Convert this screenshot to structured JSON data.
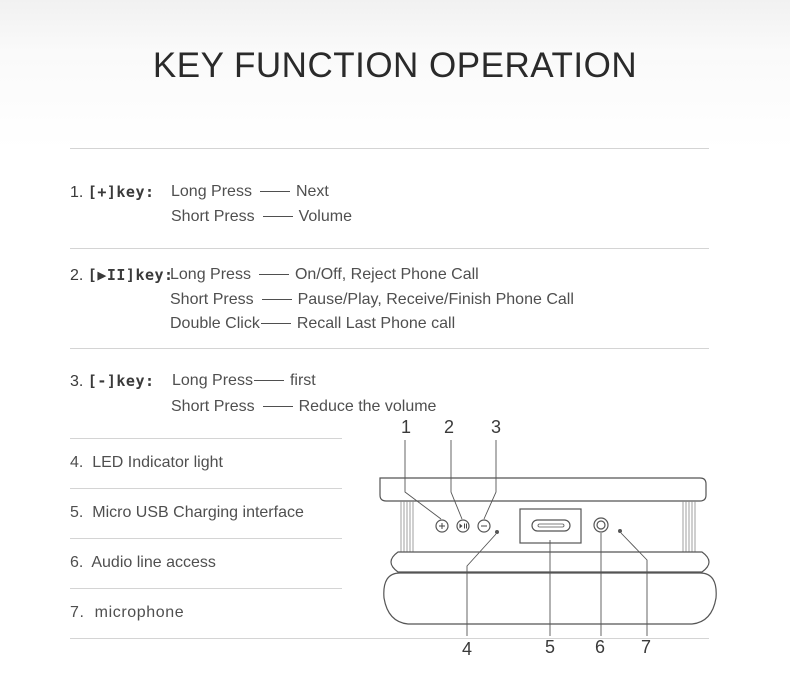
{
  "title": "KEY FUNCTION OPERATION",
  "keys": [
    {
      "num": "1.",
      "key": "[+]key:",
      "actions": [
        {
          "press": "Long Press",
          "result": "Next"
        },
        {
          "press": "Short Press",
          "result": "Volume"
        }
      ]
    },
    {
      "num": "2.",
      "key": "[▶II]key:",
      "actions": [
        {
          "press": "Long Press",
          "result": "On/Off, Reject Phone Call"
        },
        {
          "press": "Short Press",
          "result": "Pause/Play, Receive/Finish Phone Call"
        },
        {
          "press": "Double Click",
          "result": "Recall Last Phone call"
        }
      ]
    },
    {
      "num": "3.",
      "key": "[-]key:",
      "actions": [
        {
          "press": "Long Press",
          "result": "first"
        },
        {
          "press": "Short Press",
          "result": "Reduce the volume"
        }
      ]
    }
  ],
  "features": [
    {
      "num": "4.",
      "label": "LED Indicator light"
    },
    {
      "num": "5.",
      "label": "Micro USB Charging interface"
    },
    {
      "num": "6.",
      "label": "Audio line access"
    },
    {
      "num": "7.",
      "label": "microphone"
    }
  ],
  "diagram_callouts": [
    "1",
    "2",
    "3",
    "4",
    "5",
    "6",
    "7"
  ],
  "colors": {
    "text": "#4f4f4f",
    "rule": "#d4d4d4",
    "device_outline": "#555555"
  }
}
